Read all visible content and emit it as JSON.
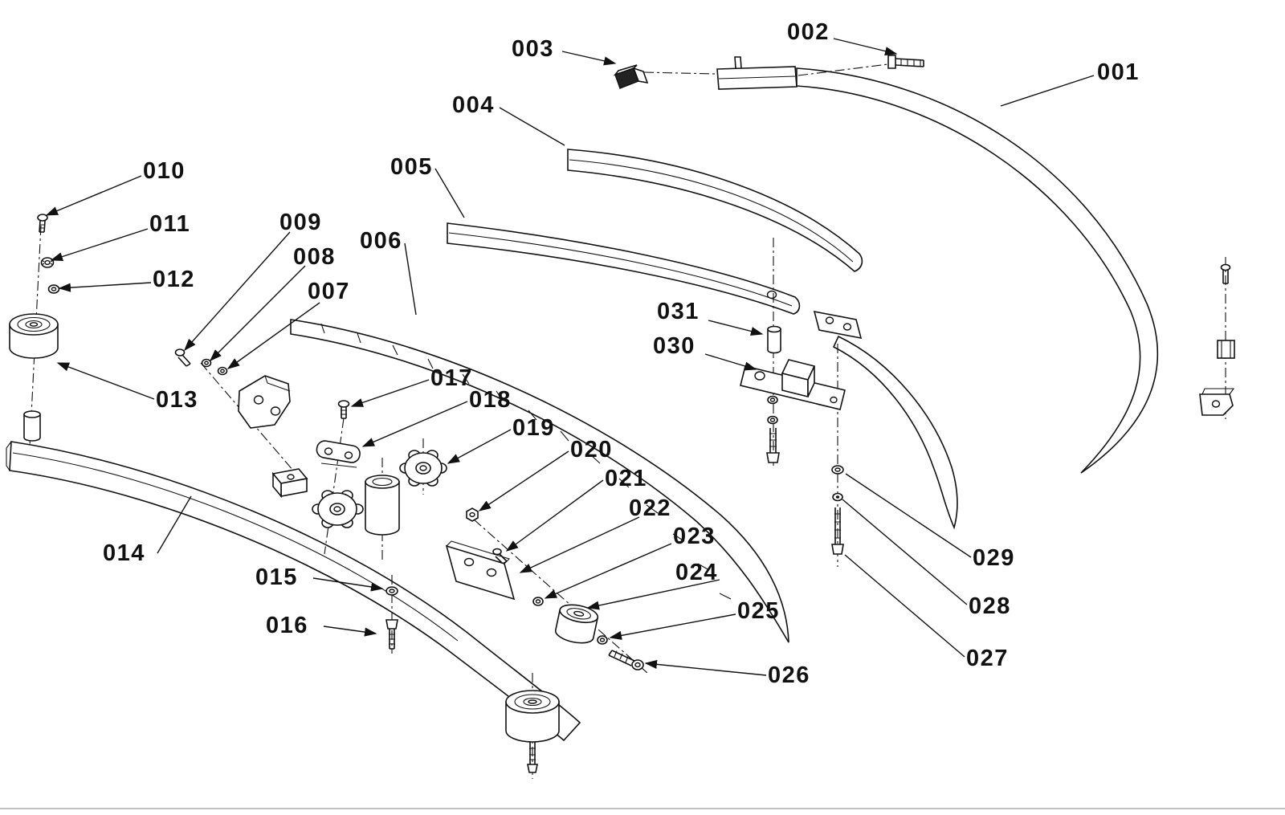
{
  "figure": {
    "kind": "exploded-parts-diagram",
    "paper_color": "#ffffff",
    "ink_color": "#111111"
  },
  "labels": {
    "p001": "001",
    "p002": "002",
    "p003": "003",
    "p004": "004",
    "p005": "005",
    "p006": "006",
    "p007": "007",
    "p008": "008",
    "p009": "009",
    "p010": "010",
    "p011": "011",
    "p012": "012",
    "p013": "013",
    "p014": "014",
    "p015": "015",
    "p016": "016",
    "p017": "017",
    "p018": "018",
    "p019": "019",
    "p020": "020",
    "p021": "021",
    "p022": "022",
    "p023": "023",
    "p024": "024",
    "p025": "025",
    "p026": "026",
    "p027": "027",
    "p028": "028",
    "p029": "029",
    "p030": "030",
    "p031": "031"
  }
}
